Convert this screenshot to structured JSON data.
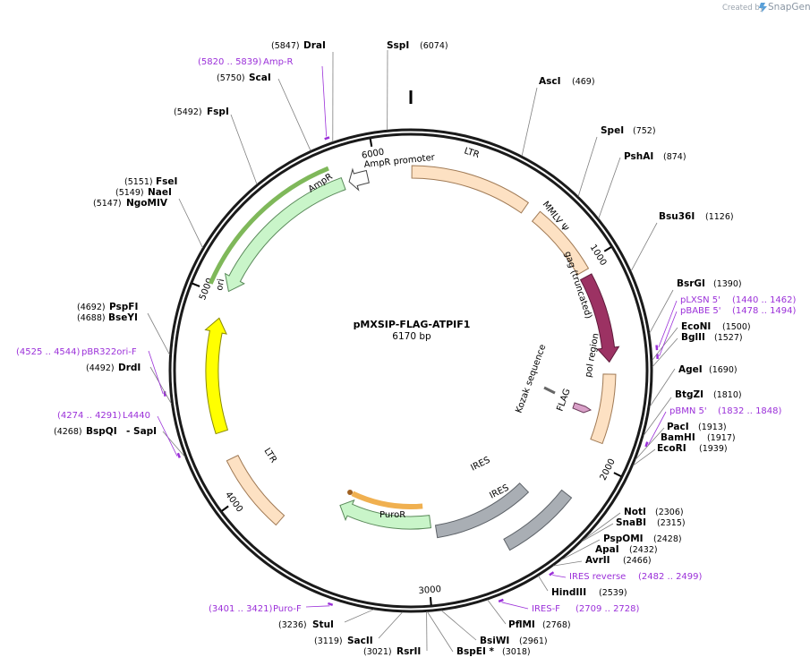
{
  "header": {
    "created_by": "Created by",
    "brand": "SnapGene"
  },
  "plasmid": {
    "name": "pMXSIP-FLAG-ATPIF1",
    "size_label": "6170 bp",
    "length": 6170
  },
  "ticks": [
    {
      "pos": 1000,
      "label": "1000"
    },
    {
      "pos": 2000,
      "label": "2000"
    },
    {
      "pos": 3000,
      "label": "3000"
    },
    {
      "pos": 4000,
      "label": "4000"
    },
    {
      "pos": 5000,
      "label": "5000"
    },
    {
      "pos": 6000,
      "label": "6000"
    }
  ],
  "features": [
    {
      "name": "LTR",
      "start": 5,
      "end": 600,
      "dir": 0,
      "fill": "#fde1c3",
      "stroke": "#a07a55",
      "track": 0
    },
    {
      "name": "MMLV Ψ",
      "start": 670,
      "end": 1030,
      "dir": 0,
      "fill": "#fde1c3",
      "stroke": "#a07a55",
      "track": 0
    },
    {
      "name": "gag (truncated)",
      "start": 1060,
      "end": 1500,
      "dir": 1,
      "fill": "#9c3263",
      "stroke": "#5e1a3a",
      "track": 0
    },
    {
      "name": "pol region",
      "start": 1560,
      "end": 1900,
      "dir": 0,
      "fill": "#fde1c3",
      "stroke": "#a07a55",
      "track": 0
    },
    {
      "name": "IRES",
      "start": 2200,
      "end": 2590,
      "dir": 0,
      "fill": "#a9aeb4",
      "stroke": "#5d6268",
      "track": 0
    },
    {
      "name": "IRES",
      "start": 2330,
      "end": 2930,
      "dir": 0,
      "fill": "#a9aeb4",
      "stroke": "#5d6268",
      "track": 1
    },
    {
      "name": "PuroR",
      "start": 2960,
      "end": 3560,
      "dir": 1,
      "fill": "#c9f5c9",
      "stroke": "#5a8a5a",
      "track": 1
    },
    {
      "name": "LTR",
      "start": 3790,
      "end": 4180,
      "dir": 0,
      "fill": "#fde1c3",
      "stroke": "#a07a55",
      "track": 0
    },
    {
      "name": "ori",
      "start": 4320,
      "end": 4890,
      "dir": 1,
      "fill": "#ffff00",
      "stroke": "#8a8a00",
      "track": 0
    },
    {
      "name": "AmpR",
      "start": 5030,
      "end": 5830,
      "dir": -1,
      "fill": "#c9f5c9",
      "stroke": "#5a8a5a",
      "track": 0
    },
    {
      "name": "AmpR promoter",
      "start": 5860,
      "end": 5955,
      "dir": -1,
      "fill": "#ffffff",
      "stroke": "#444444",
      "track": 0
    }
  ],
  "primers": [
    {
      "name": "Amp-R",
      "range": "(5820 .. 5839)",
      "pos": 5830
    },
    {
      "name": "pLXSN 5'",
      "range": "(1440 .. 1462)",
      "pos": 1451
    },
    {
      "name": "pBABE 5'",
      "range": "(1478 .. 1494)",
      "pos": 1486
    },
    {
      "name": "pBMN 5'",
      "range": "(1832 .. 1848)",
      "pos": 1840
    },
    {
      "name": "IRES reverse",
      "range": "(2482 .. 2499)",
      "pos": 2490
    },
    {
      "name": "IRES-F",
      "range": "(2709 .. 2728)",
      "pos": 2718
    },
    {
      "name": "Puro-F",
      "range": "(3401 .. 3421)",
      "pos": 3411
    },
    {
      "name": "L4440",
      "range": "(4274 .. 4291)",
      "pos": 4283
    },
    {
      "name": "pBR322ori-F",
      "range": "(4525 .. 4544)",
      "pos": 4535
    }
  ],
  "enzymes_right": [
    {
      "name": "SspI",
      "pos": "(6074)"
    },
    {
      "name": "AscI",
      "pos": "(469)"
    },
    {
      "name": "SpeI",
      "pos": "(752)"
    },
    {
      "name": "PshAI",
      "pos": "(874)"
    },
    {
      "name": "Bsu36I",
      "pos": "(1126)"
    },
    {
      "name": "BsrGI",
      "pos": "(1390)"
    },
    {
      "name": "EcoNI",
      "pos": "(1500)"
    },
    {
      "name": "BglII",
      "pos": "(1527)"
    },
    {
      "name": "AgeI",
      "pos": "(1690)"
    },
    {
      "name": "BtgZI",
      "pos": "(1810)"
    },
    {
      "name": "PacI",
      "pos": "(1913)"
    },
    {
      "name": "BamHI",
      "pos": "(1917)"
    },
    {
      "name": "EcoRI",
      "pos": "(1939)"
    },
    {
      "name": "NotI",
      "pos": "(2306)"
    },
    {
      "name": "SnaBI",
      "pos": "(2315)"
    },
    {
      "name": "PspOMI",
      "pos": "(2428)"
    },
    {
      "name": "ApaI",
      "pos": "(2432)"
    },
    {
      "name": "AvrII",
      "pos": "(2466)"
    },
    {
      "name": "HindIII",
      "pos": "(2539)"
    },
    {
      "name": "PflMI",
      "pos": "(2768)"
    },
    {
      "name": "BsiWI",
      "pos": "(2961)"
    },
    {
      "name": "BspEI *",
      "pos": "(3018)"
    }
  ],
  "enzymes_left": [
    {
      "name": "DraI",
      "pos": "(5847)"
    },
    {
      "name": "ScaI",
      "pos": "(5750)"
    },
    {
      "name": "FspI",
      "pos": "(5492)"
    },
    {
      "name": "FseI",
      "pos": "(5151)"
    },
    {
      "name": "NaeI",
      "pos": "(5149)"
    },
    {
      "name": "NgoMIV",
      "pos": "(5147)"
    },
    {
      "name": "PspFI",
      "pos": "(4692)"
    },
    {
      "name": "BseYI",
      "pos": "(4688)"
    },
    {
      "name": "DrdI",
      "pos": "(4492)"
    },
    {
      "name": "BspQI",
      "pos": "(4268)"
    },
    {
      "name": "- SapI",
      "pos": ""
    },
    {
      "name": "StuI",
      "pos": "(3236)"
    },
    {
      "name": "SacII",
      "pos": "(3119)"
    },
    {
      "name": "RsrII",
      "pos": "(3021)"
    }
  ],
  "misc_labels": {
    "kozak": "Kozak sequence",
    "flag": "FLAG"
  },
  "colors": {
    "backbone": "#1a1a1a",
    "primer": "#9b30d9",
    "leader": "#808080"
  }
}
